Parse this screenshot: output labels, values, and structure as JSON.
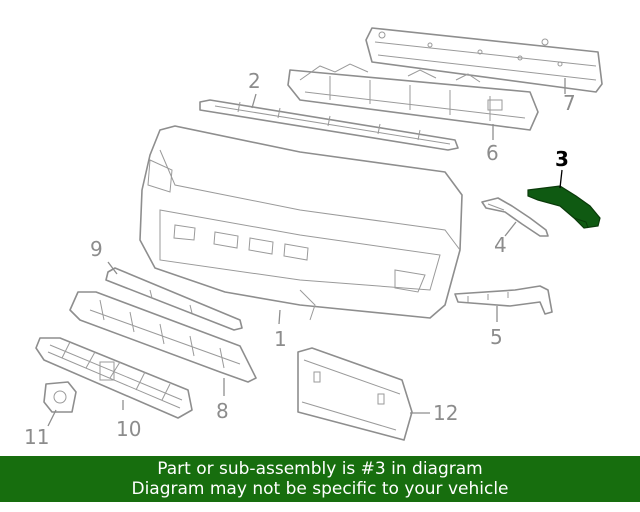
{
  "callouts": {
    "c1": "1",
    "c2": "2",
    "c3": "3",
    "c4": "4",
    "c5": "5",
    "c6": "6",
    "c7": "7",
    "c8": "8",
    "c9": "9",
    "c10": "10",
    "c11": "11",
    "c12": "12"
  },
  "highlighted_part": "3",
  "banner": {
    "line1": "Part or sub-assembly is #3 in diagram",
    "line2": "Diagram may not be specific to your vehicle",
    "background": "#176e0e"
  },
  "colors": {
    "highlight": "#0f5a12",
    "line_art": "#8e8e8e"
  }
}
